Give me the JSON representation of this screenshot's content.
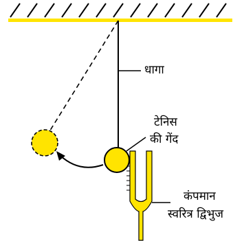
{
  "labels": {
    "thread": "धागा",
    "ball_line1": "टेनिस",
    "ball_line2": "की गेंद",
    "fork_line1": "कंपमान",
    "fork_line2": "स्वरित्र द्विभुज"
  },
  "colors": {
    "yellow": "#FFE400",
    "stroke": "#000000",
    "background": "#FFFFFF"
  }
}
